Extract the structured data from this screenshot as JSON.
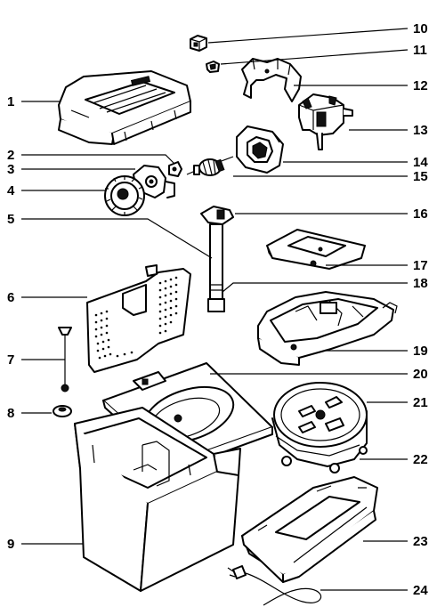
{
  "labels": {
    "p1": "1",
    "p2": "2",
    "p3": "3",
    "p4": "4",
    "p5": "5",
    "p6": "6",
    "p7": "7",
    "p8": "8",
    "p9": "9",
    "p10": "10",
    "p11": "11",
    "p12": "12",
    "p13": "13",
    "p14": "14",
    "p15": "15",
    "p16": "16",
    "p17": "17",
    "p18": "18",
    "p19": "19",
    "p20": "20",
    "p21": "21",
    "p22": "22",
    "p23": "23",
    "p24": "24"
  }
}
